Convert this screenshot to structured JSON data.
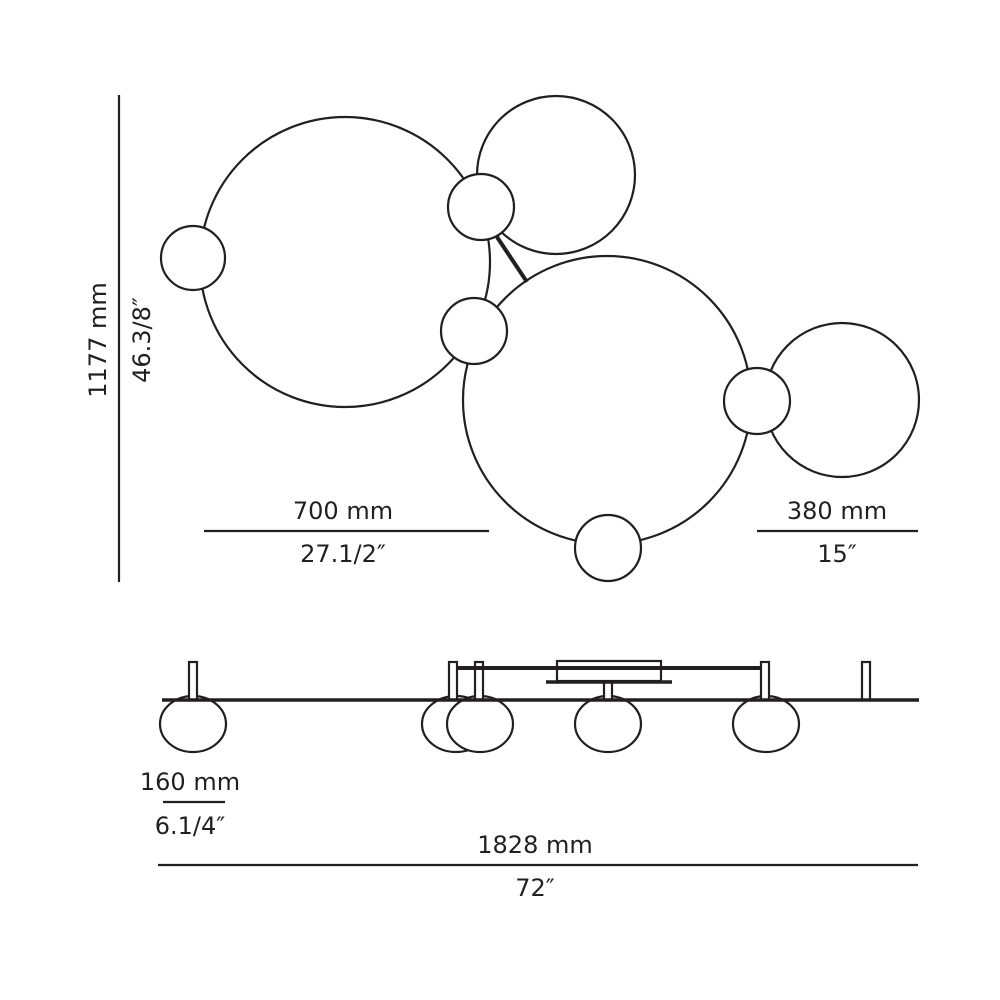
{
  "dimensions": {
    "height_mm": "1177 mm",
    "height_in": "46.3/8″",
    "large_ring_mm": "700 mm",
    "large_ring_in": "27.1/2″",
    "small_ring_mm": "380 mm",
    "small_ring_in": "15″",
    "globe_mm": "160 mm",
    "globe_in": "6.1/4″",
    "total_width_mm": "1828 mm",
    "total_width_in": "72″"
  },
  "colors": {
    "line": "#231f20",
    "background": "#ffffff"
  }
}
